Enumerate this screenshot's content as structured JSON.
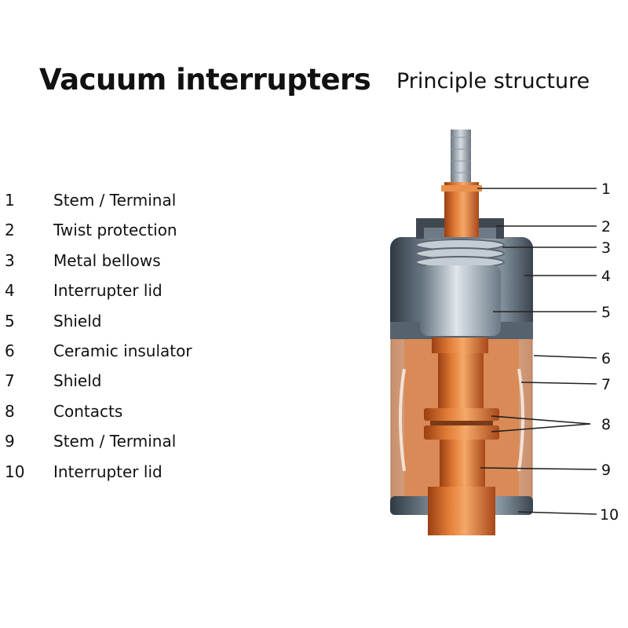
{
  "title": "Vacuum interrupters",
  "subtitle": "Principle structure",
  "legend": [
    {
      "num": "1",
      "label": "Stem / Terminal"
    },
    {
      "num": "2",
      "label": "Twist protection"
    },
    {
      "num": "3",
      "label": "Metal bellows"
    },
    {
      "num": "4",
      "label": "Interrupter lid"
    },
    {
      "num": "5",
      "label": "Shield"
    },
    {
      "num": "6",
      "label": "Ceramic insulator"
    },
    {
      "num": "7",
      "label": "Shield"
    },
    {
      "num": "8",
      "label": "Contacts"
    },
    {
      "num": "9",
      "label": "Stem / Terminal"
    },
    {
      "num": "10",
      "label": "Interrupter lid"
    }
  ],
  "callouts": [
    "1",
    "2",
    "3",
    "4",
    "5",
    "6",
    "7",
    "8",
    "9",
    "10"
  ],
  "colors": {
    "copper": "#d46b2a",
    "copper_light": "#f0a060",
    "steel": "#9aa8b4",
    "steel_dark": "#3c4650",
    "ceramic": "#e9c2a8",
    "leader": "#222222"
  }
}
